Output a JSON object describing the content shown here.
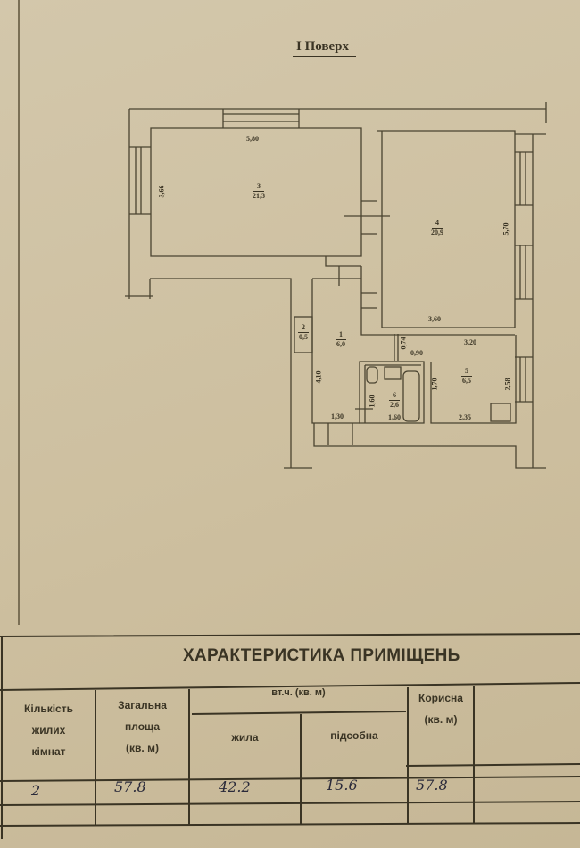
{
  "header": {
    "title": "I Поверх"
  },
  "plan": {
    "rooms": [
      {
        "number": "1",
        "area": "6,0"
      },
      {
        "number": "2",
        "area": "0,5"
      },
      {
        "number": "3",
        "area": "21,3"
      },
      {
        "number": "4",
        "area": "20,9"
      },
      {
        "number": "5",
        "area": "6,5"
      },
      {
        "number": "6",
        "area": "2,6"
      }
    ],
    "dimensions": {
      "room3_width": "5,80",
      "room3_depth": "3,66",
      "room4_width": "3,60",
      "room4_depth": "5,70",
      "room5_width_top": "3,20",
      "room5_width_bottom": "2,35",
      "room5_depth": "2,58",
      "room5_inner": "1,70",
      "niche_width": "0,90",
      "niche_depth": "0,74",
      "room1_depth": "4,10",
      "room1_width": "1,30",
      "room6_width": "1,60",
      "room6_depth": "1,60"
    }
  },
  "table": {
    "title": "ХАРАКТЕРИСТИКА ПРИМІЩЕНЬ",
    "headers": {
      "rooms_count": [
        "Кількість",
        "жилих",
        "кімнат"
      ],
      "total_area": [
        "Загальна",
        "площа",
        "(кв. м)"
      ],
      "including": "вт.ч. (кв. м)",
      "living": "жила",
      "auxiliary": "підсобна",
      "useful": [
        "Корисна",
        "(кв. м)"
      ]
    },
    "values": {
      "rooms_count": "2",
      "total_area": "57.8",
      "living": "42.2",
      "auxiliary": "15.6",
      "useful": "57.8"
    }
  }
}
